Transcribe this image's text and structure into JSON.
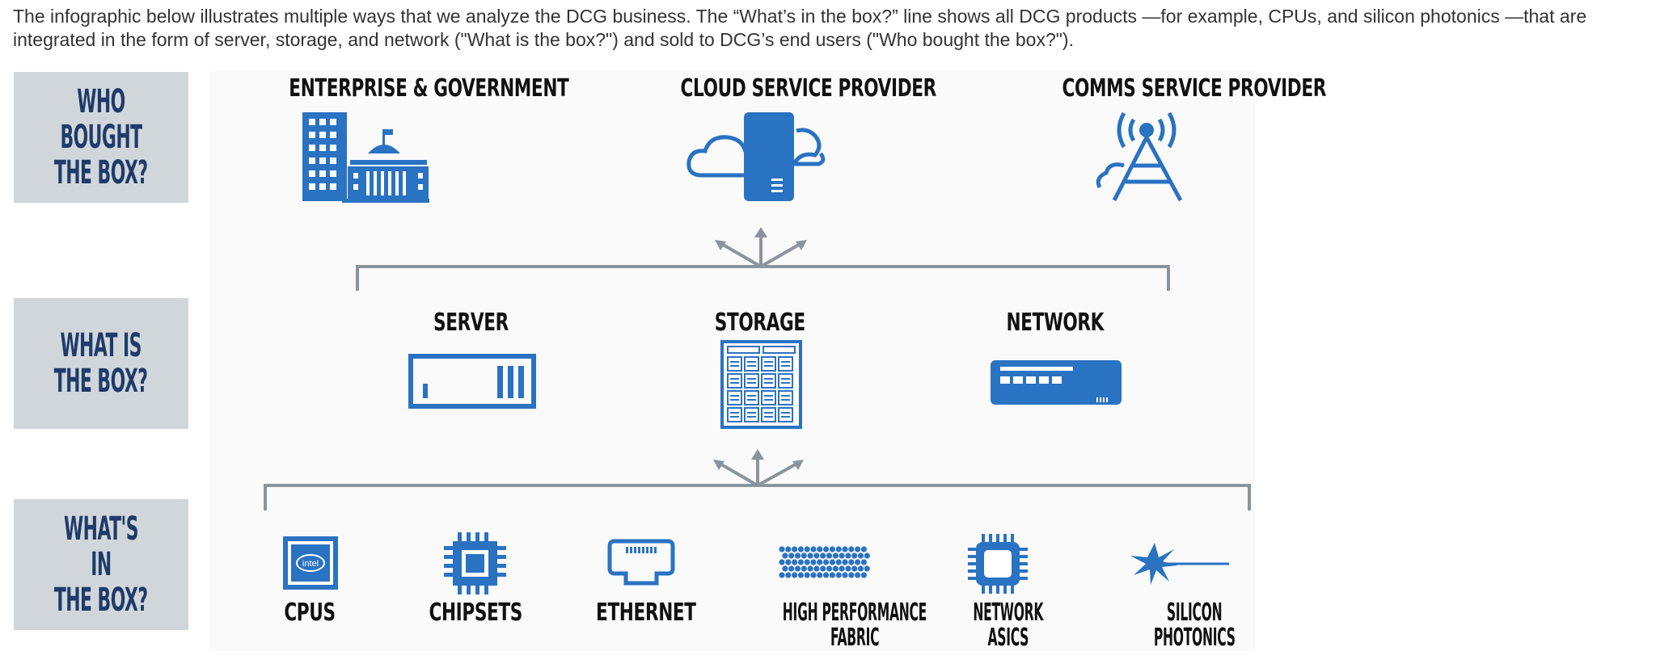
{
  "intro_text": "The infographic below illustrates multiple ways that we analyze the DCG business. The “What’s in the box?” line shows all DCG products —for example, CPUs, and silicon photonics —that are integrated in the form of server, storage, and network (\"What is the box?\") and sold to DCG’s end users (\"Who bought the box?\").",
  "rows": {
    "who": {
      "line1": "WHO BOUGHT",
      "line2": "THE BOX?"
    },
    "what": {
      "line1": "WHAT IS",
      "line2": "THE BOX?"
    },
    "in": {
      "line1": "WHAT'S IN",
      "line2": "THE BOX?"
    }
  },
  "buyers": {
    "enterprise": "ENTERPRISE & GOVERNMENT",
    "cloud": "CLOUD SERVICE PROVIDER",
    "comms": "COMMS SERVICE PROVIDER"
  },
  "boxes": {
    "server": "SERVER",
    "storage": "STORAGE",
    "network": "NETWORK"
  },
  "components": {
    "cpus": "CPUS",
    "chipsets": "CHIPSETS",
    "ethernet": "ETHERNET",
    "fabric_1": "HIGH PERFORMANCE",
    "fabric_2": "FABRIC",
    "asics_1": "NETWORK",
    "asics_2": "ASICS",
    "photonics_1": "SILICON",
    "photonics_2": "PHOTONICS"
  },
  "cpu_logo": "intel",
  "colors": {
    "icon_blue": "#2a72c2",
    "label_navy": "#1f3b6b",
    "label_bg": "#d0d6da",
    "connector_gray": "#8a949c"
  },
  "icons": [
    "government-building-icon",
    "cloud-server-icon",
    "radio-tower-icon",
    "server-icon",
    "storage-array-icon",
    "network-switch-icon",
    "cpu-chip-icon",
    "chipset-icon",
    "ethernet-port-icon",
    "fabric-grid-icon",
    "asic-chip-icon",
    "photonics-icon"
  ]
}
